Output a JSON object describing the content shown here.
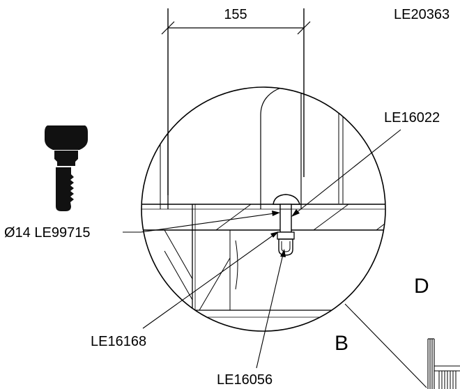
{
  "drawing": {
    "part_number": "LE20363",
    "dimension": "155",
    "view_letter_b": "B",
    "view_letter_d": "D",
    "callouts": {
      "bolt": "Ø14 LE99715",
      "top_part": "LE16022",
      "washer": "LE16168",
      "nut": "LE16056"
    }
  }
}
